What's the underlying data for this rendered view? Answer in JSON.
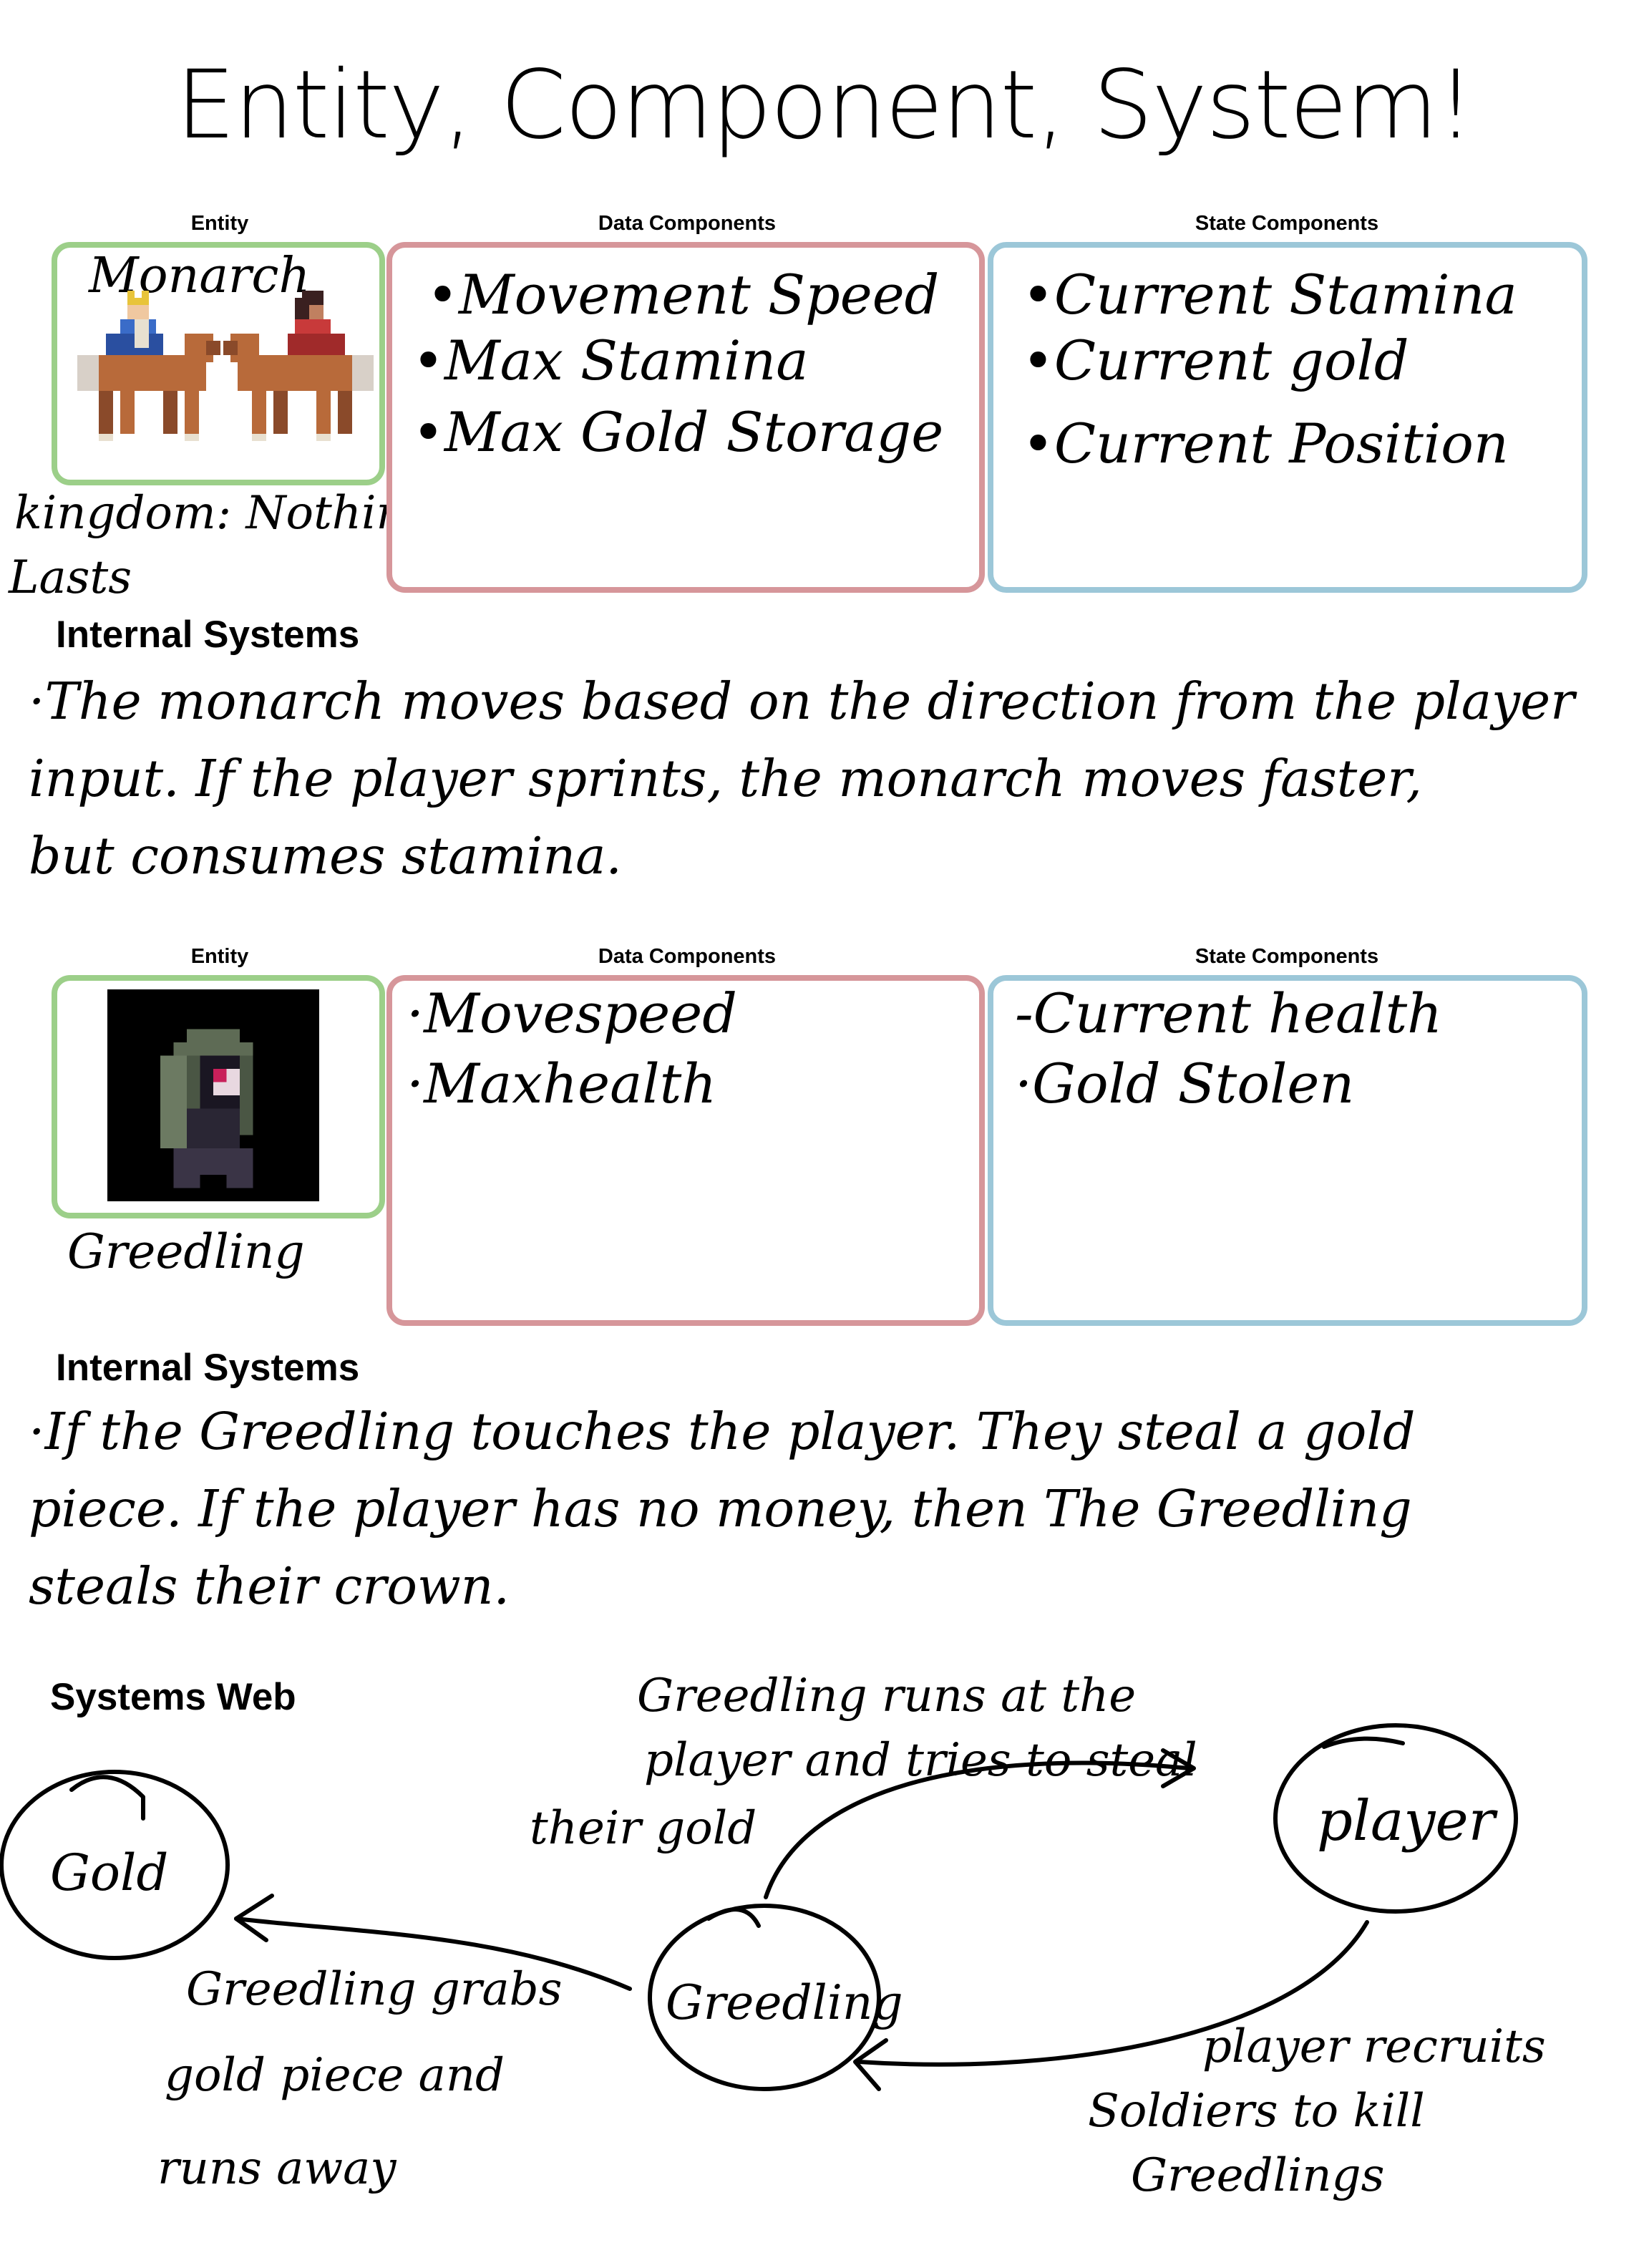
{
  "page": {
    "title": "Entity, Component, System!"
  },
  "sections": [
    {
      "entity_label": "Entity",
      "data_label": "Data Components",
      "state_label": "State Components",
      "entity_name": "Monarch",
      "entity_caption_line1": "kingdom: Nothing",
      "entity_caption_line2": "Lasts",
      "data_items": [
        "•Movement Speed",
        "•Max Stamina",
        "•Max Gold Storage"
      ],
      "state_items": [
        "•Current Stamina",
        "•Current gold",
        "•Current Position"
      ],
      "systems_heading": "Internal Systems",
      "systems_lines": [
        "·The monarch moves based on the direction from the player",
        "input. If the player sprints, the monarch moves faster,",
        "but consumes stamina."
      ]
    },
    {
      "entity_label": "Entity",
      "data_label": "Data Components",
      "state_label": "State Components",
      "entity_caption_line1": "Greedling",
      "data_items": [
        "·Movespeed",
        "·Maxhealth"
      ],
      "state_items": [
        "-Current health",
        "·Gold Stolen"
      ],
      "systems_heading": "Internal Systems",
      "systems_lines": [
        "·If the Greedling touches the player. They steal a gold",
        "piece. If the player has no money, then The Greedling",
        "steals their crown."
      ]
    }
  ],
  "systems_web": {
    "heading": "Systems Web",
    "nodes": {
      "gold": "Gold",
      "greedling": "Greedling",
      "player": "player"
    },
    "edges": {
      "greedling_to_player": [
        "Greedling runs at the",
        "player and tries to steal",
        "their gold"
      ],
      "greedling_to_gold": [
        "Greedling grabs",
        "gold piece and",
        "runs away"
      ],
      "player_to_greedling": [
        "player recruits",
        "Soldiers to kill",
        "Greedlings"
      ]
    }
  },
  "colors": {
    "entity_border": "#9ccf89",
    "data_border": "#d6969a",
    "state_border": "#9cc7d8"
  },
  "icons": [
    "monarch-on-horse-icon",
    "monarch-on-horse-icon",
    "greedling-sprite-icon"
  ]
}
